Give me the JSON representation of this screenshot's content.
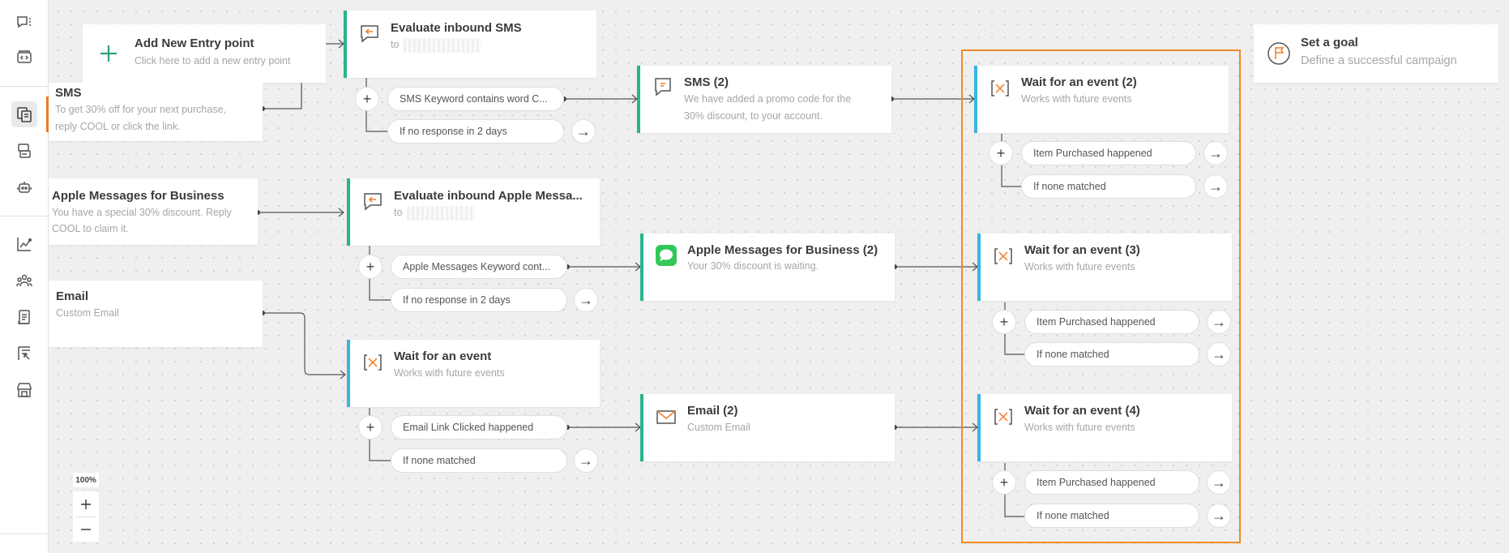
{
  "zoom": {
    "level": "100%",
    "in_label": "+",
    "out_label": "–"
  },
  "entry_points": {
    "add_new": {
      "title": "Add New Entry point",
      "subtitle": "Click here to add a new entry point"
    },
    "sms": {
      "title": "SMS",
      "line1": "To get 30% off for your next purchase,",
      "line2": "reply COOL or click the link."
    },
    "apple": {
      "title": "Apple Messages for Business",
      "line1": "You have a special 30% discount. Reply",
      "line2": "COOL to claim it."
    },
    "email": {
      "title": "Email",
      "subtitle": "Custom Email"
    }
  },
  "column2": {
    "evaluate_sms": {
      "title": "Evaluate inbound SMS",
      "to": "to"
    },
    "evaluate_apple": {
      "title": "Evaluate inbound Apple Messa...",
      "to": "to"
    },
    "wait_event": {
      "title": "Wait for an event",
      "subtitle": "Works with future events"
    },
    "sms_branches": [
      "SMS Keyword contains word C...",
      "If no response in 2 days"
    ],
    "apple_branches": [
      "Apple Messages Keyword cont...",
      "If no response in 2 days"
    ],
    "email_branches": [
      "Email Link Clicked happened",
      "If none matched"
    ]
  },
  "column3": {
    "sms2": {
      "title": "SMS (2)",
      "line1": "We have added a promo code for the",
      "line2": "30% discount, to your account."
    },
    "apple2": {
      "title": "Apple Messages for Business (2)",
      "subtitle": "Your 30% discount is waiting."
    },
    "email2": {
      "title": "Email (2)",
      "subtitle": "Custom Email"
    }
  },
  "column4": {
    "wait2": {
      "title": "Wait for an event (2)",
      "subtitle": "Works with future events"
    },
    "wait3": {
      "title": "Wait for an event (3)",
      "subtitle": "Works with future events"
    },
    "wait4": {
      "title": "Wait for an event (4)",
      "subtitle": "Works with future events"
    },
    "branches": [
      "Item Purchased happened",
      "If none matched"
    ]
  },
  "goal": {
    "title": "Set a goal",
    "subtitle": "Define a successful campaign"
  },
  "colors": {
    "accent_orange": "#f08a24",
    "green": "#28b48f",
    "blue": "#3ab4e3"
  },
  "sidebar_icons": [
    "chat-settings-icon",
    "code-card-icon",
    "journeys-icon",
    "templates-icon",
    "bot-icon",
    "analytics-icon",
    "audience-icon",
    "logs-icon",
    "import-icon",
    "store-icon"
  ]
}
